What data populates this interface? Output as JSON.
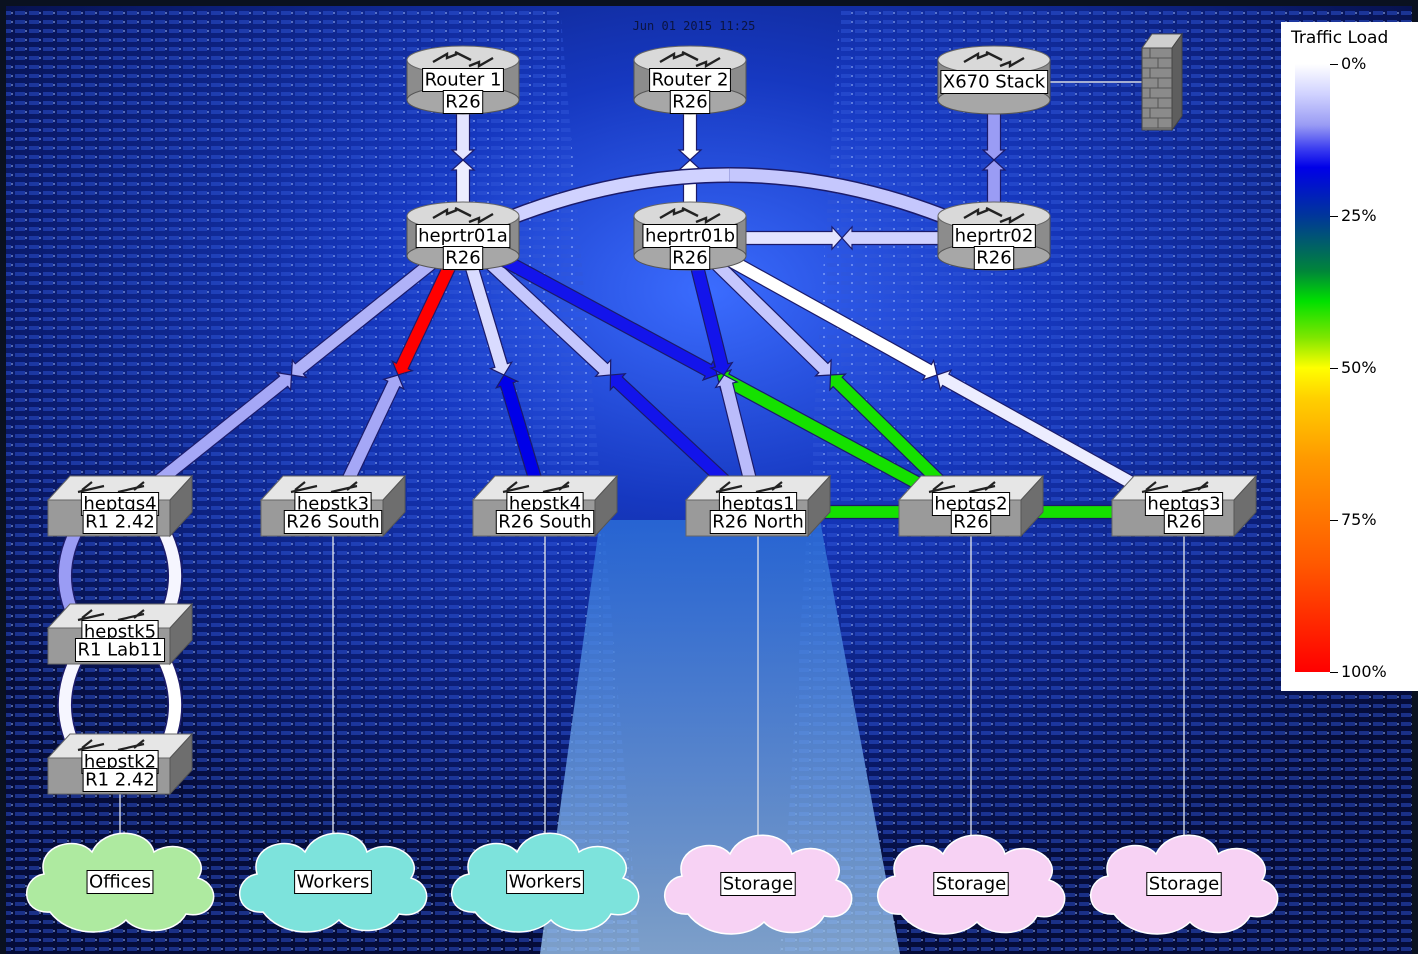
{
  "timestamp": "Jun 01 2015 11:25",
  "legend": {
    "title": "Traffic Load",
    "ticks": [
      "0%",
      "25%",
      "50%",
      "75%",
      "100%"
    ],
    "colors": {
      "0": "#ffffff",
      "25": "#00369a",
      "50": "#ffff00",
      "75": "#ff8a00",
      "100": "#ff0000"
    }
  },
  "nodes": [
    {
      "id": "router1",
      "type": "router",
      "line1": "Router 1",
      "line2": "R26"
    },
    {
      "id": "router2",
      "type": "router",
      "line1": "Router 2",
      "line2": "R26"
    },
    {
      "id": "x670",
      "type": "router",
      "line1": "X670 Stack",
      "line2": ""
    },
    {
      "id": "heprtr01a",
      "type": "router",
      "line1": "heprtr01a",
      "line2": "R26"
    },
    {
      "id": "heprtr01b",
      "type": "router",
      "line1": "heprtr01b",
      "line2": "R26"
    },
    {
      "id": "heprtr02",
      "type": "router",
      "line1": "heprtr02",
      "line2": "R26"
    },
    {
      "id": "heptgs4",
      "type": "switch",
      "line1": "heptgs4",
      "line2": "R1 2.42"
    },
    {
      "id": "hepstk3",
      "type": "switch",
      "line1": "hepstk3",
      "line2": "R26 South"
    },
    {
      "id": "hepstk4",
      "type": "switch",
      "line1": "hepstk4",
      "line2": "R26 South"
    },
    {
      "id": "heptgs1",
      "type": "switch",
      "line1": "heptgs1",
      "line2": "R26 North"
    },
    {
      "id": "heptgs2",
      "type": "switch",
      "line1": "heptgs2",
      "line2": "R26"
    },
    {
      "id": "heptgs3",
      "type": "switch",
      "line1": "heptgs3",
      "line2": "R26"
    },
    {
      "id": "hepstk5",
      "type": "switch",
      "line1": "hepstk5",
      "line2": "R1 Lab11"
    },
    {
      "id": "hepstk2",
      "type": "switch",
      "line1": "hepstk2",
      "line2": "R1 2.42"
    },
    {
      "id": "firewall",
      "type": "firewall",
      "line1": "",
      "line2": ""
    },
    {
      "id": "cloud-offices",
      "type": "cloud",
      "line1": "Offices",
      "line2": "",
      "fill": "#aeeaa0"
    },
    {
      "id": "cloud-workers-1",
      "type": "cloud",
      "line1": "Workers",
      "line2": "",
      "fill": "#7de3dc"
    },
    {
      "id": "cloud-workers-2",
      "type": "cloud",
      "line1": "Workers",
      "line2": "",
      "fill": "#7de3dc"
    },
    {
      "id": "cloud-storage-1",
      "type": "cloud",
      "line1": "Storage",
      "line2": "",
      "fill": "#f7d2f4"
    },
    {
      "id": "cloud-storage-2",
      "type": "cloud",
      "line1": "Storage",
      "line2": "",
      "fill": "#f7d2f4"
    },
    {
      "id": "cloud-storage-3",
      "type": "cloud",
      "line1": "Storage",
      "line2": "",
      "fill": "#f7d2f4"
    }
  ],
  "links": [
    {
      "a": "router1",
      "b": "heprtr01a",
      "load_out": 0.03,
      "load_in": 0.02
    },
    {
      "a": "router2",
      "b": "heprtr01b",
      "load_out": 0.0,
      "load_in": 0.0
    },
    {
      "a": "x670",
      "b": "heprtr02",
      "load_out": 0.1,
      "load_in": 0.1
    },
    {
      "a": "heprtr01a",
      "b": "heprtr02",
      "load_out": 0.05,
      "load_in": 0.06
    },
    {
      "a": "heprtr01b",
      "b": "heprtr02",
      "load_out": 0.03,
      "load_in": 0.05
    },
    {
      "a": "heprtr01a",
      "b": "heptgs4",
      "load_out": 0.08,
      "load_in": 0.09
    },
    {
      "a": "heprtr01a",
      "b": "hepstk3",
      "load_out": 1.0,
      "load_in": 0.09
    },
    {
      "a": "heprtr01a",
      "b": "hepstk4",
      "load_out": 0.04,
      "load_in": 0.17
    },
    {
      "a": "heprtr01a",
      "b": "heptgs1",
      "load_out": 0.06,
      "load_in": 0.16
    },
    {
      "a": "heprtr01a",
      "b": "heptgs2",
      "load_out": 0.16,
      "load_in": 0.4
    },
    {
      "a": "heprtr01b",
      "b": "heptgs1",
      "load_out": 0.16,
      "load_in": 0.07
    },
    {
      "a": "heprtr01b",
      "b": "heptgs2",
      "load_out": 0.06,
      "load_in": 0.4
    },
    {
      "a": "heprtr01b",
      "b": "heptgs3",
      "load_out": 0.0,
      "load_in": 0.02
    },
    {
      "a": "heptgs1",
      "b": "heptgs3",
      "load_out": 0.4,
      "load_in": 0.4
    },
    {
      "a": "heptgs4",
      "b": "hepstk5",
      "load_out": 0.1,
      "load_in": 0.01
    },
    {
      "a": "hepstk5",
      "b": "hepstk2",
      "load_out": 0.01,
      "load_in": 0.0
    }
  ],
  "plain_links": [
    [
      "x670",
      "firewall"
    ],
    [
      "hepstk2",
      "cloud-offices"
    ],
    [
      "hepstk3",
      "cloud-workers-1"
    ],
    [
      "hepstk4",
      "cloud-workers-2"
    ],
    [
      "heptgs1",
      "cloud-storage-1"
    ],
    [
      "heptgs2",
      "cloud-storage-2"
    ],
    [
      "heptgs3",
      "cloud-storage-3"
    ]
  ]
}
